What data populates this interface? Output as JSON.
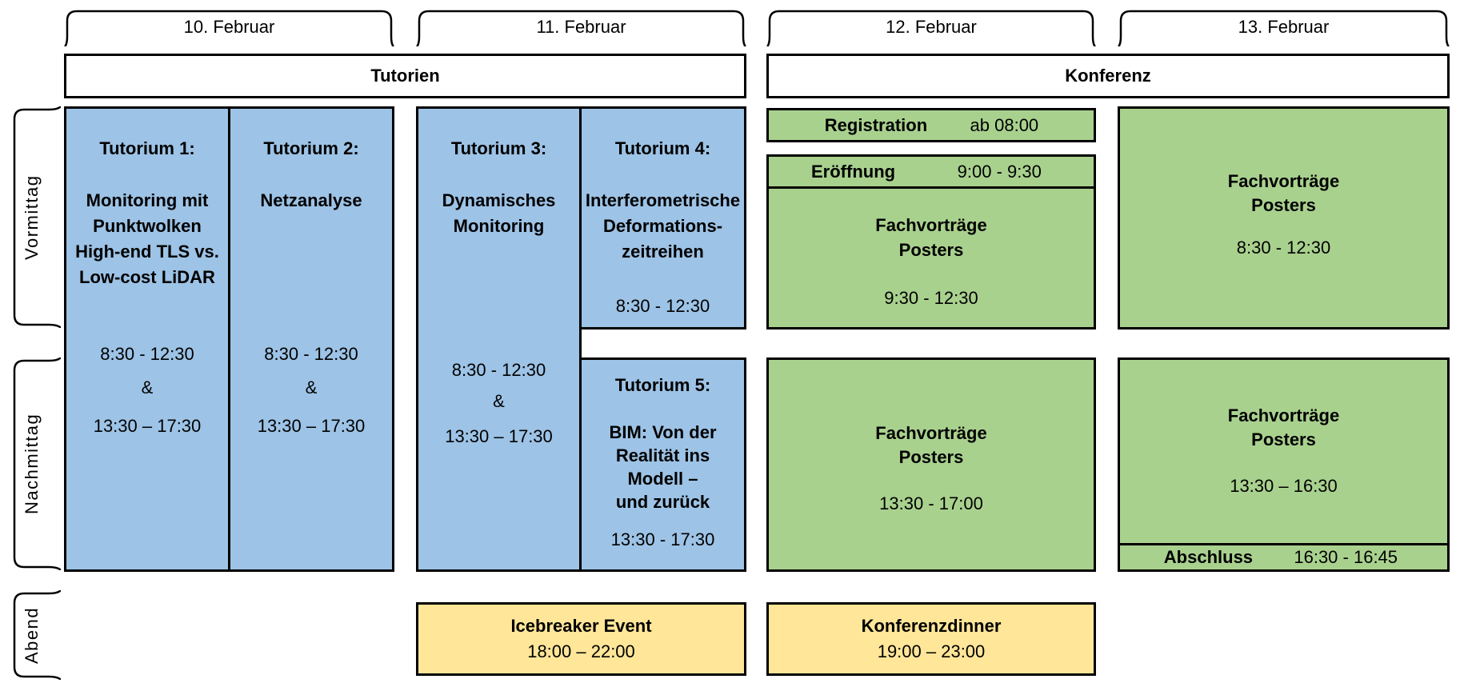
{
  "dates": [
    {
      "label": "10. Februar"
    },
    {
      "label": "11. Februar"
    },
    {
      "label": "12. Februar"
    },
    {
      "label": "13. Februar"
    }
  ],
  "sections": {
    "tutorials": "Tutorien",
    "conference": "Konferenz"
  },
  "row_labels": {
    "morning": "Vormittag",
    "afternoon": "Nachmittag",
    "evening": "Abend"
  },
  "colors": {
    "tutorial_fill": "#9DC3E6",
    "conference_fill": "#A9D18E",
    "evening_fill": "#FFE699",
    "border": "#000000"
  },
  "events": {
    "tutorium1": {
      "title": "Tutorium 1:",
      "lines": [
        "Monitoring mit",
        "Punktwolken",
        "High-end TLS vs.",
        "Low-cost LiDAR"
      ],
      "time_morning": "8:30 - 12:30",
      "joiner": "&",
      "time_afternoon": "13:30 – 17:30"
    },
    "tutorium2": {
      "title": "Tutorium 2:",
      "lines": [
        "Netzanalyse"
      ],
      "time_morning": "8:30 - 12:30",
      "joiner": "&",
      "time_afternoon": "13:30 – 17:30"
    },
    "tutorium3": {
      "title": "Tutorium 3:",
      "lines": [
        "Dynamisches",
        "Monitoring"
      ],
      "time_morning": "8:30 - 12:30",
      "joiner": "&",
      "time_afternoon": "13:30 – 17:30"
    },
    "tutorium4": {
      "title": "Tutorium 4:",
      "lines": [
        "Interferometrische",
        "Deformations-",
        "zeitreihen"
      ],
      "time": "8:30 - 12:30"
    },
    "tutorium5": {
      "title": "Tutorium 5:",
      "lines": [
        "BIM: Von der",
        "Realität ins",
        "Modell –",
        "und zurück"
      ],
      "time": "13:30 - 17:30"
    },
    "registration": {
      "label": "Registration",
      "time": "ab 08:00"
    },
    "opening": {
      "label": "Eröffnung",
      "time": "9:00 - 9:30"
    },
    "talks_feb12_morning": {
      "lines": [
        "Fachvorträge",
        "Posters"
      ],
      "time": "9:30 - 12:30"
    },
    "talks_feb12_afternoon": {
      "lines": [
        "Fachvorträge",
        "Posters"
      ],
      "time": "13:30 - 17:00"
    },
    "talks_feb13_morning": {
      "lines": [
        "Fachvorträge",
        "Posters"
      ],
      "time": "8:30 - 12:30"
    },
    "talks_feb13_afternoon": {
      "lines": [
        "Fachvorträge",
        "Posters"
      ],
      "time": "13:30 – 16:30"
    },
    "closing": {
      "label": "Abschluss",
      "time": "16:30 - 16:45"
    },
    "icebreaker": {
      "title": "Icebreaker Event",
      "time": "18:00 – 22:00"
    },
    "dinner": {
      "title": "Konferenzdinner",
      "time": "19:00 – 23:00"
    }
  }
}
